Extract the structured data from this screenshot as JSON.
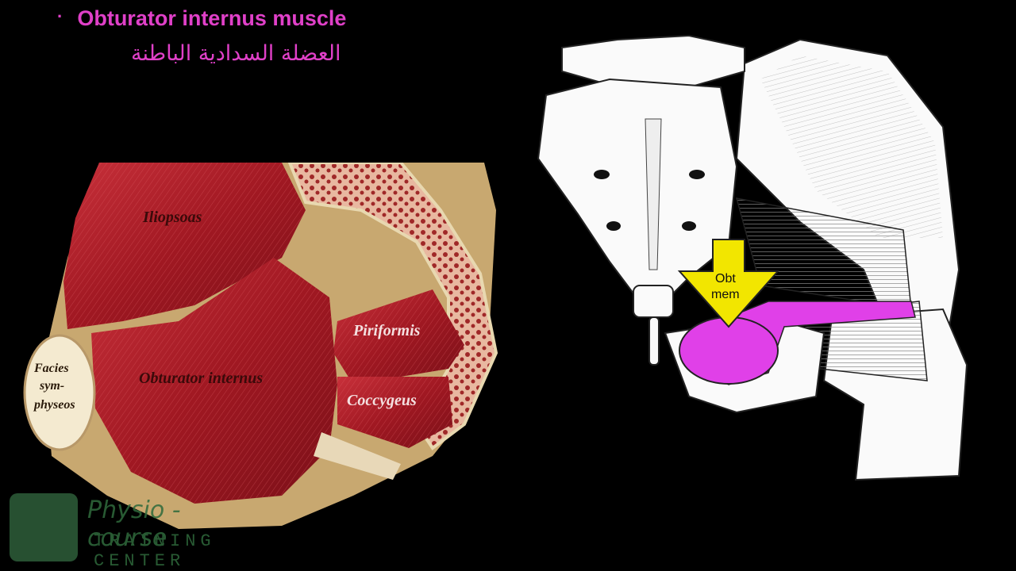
{
  "slide": {
    "bullet": "·",
    "title": "Obturator internus muscle",
    "title_arabic": "العضلة السدادية الباطنة"
  },
  "left_illustration": {
    "labels": {
      "iliopsoas": "Iliopsoas",
      "piriformis": "Piriformis",
      "obturator_internus": "Obturator internus",
      "coccygeus": "Coccygeus",
      "facies_line1": "Facies",
      "facies_line2": "sym-",
      "facies_line3": "physeos"
    }
  },
  "right_illustration": {
    "arrow_label_line1": "Obt",
    "arrow_label_line2": "mem",
    "highlight_color": "#e040e8",
    "arrow_color": "#f2e600"
  },
  "watermark": {
    "name": "Physio - course",
    "subtitle": "TRAINING CENTER"
  },
  "colors": {
    "title": "#e040c8",
    "background": "#000000",
    "muscle": "#b8202a",
    "logo": "#2f6a3c"
  }
}
